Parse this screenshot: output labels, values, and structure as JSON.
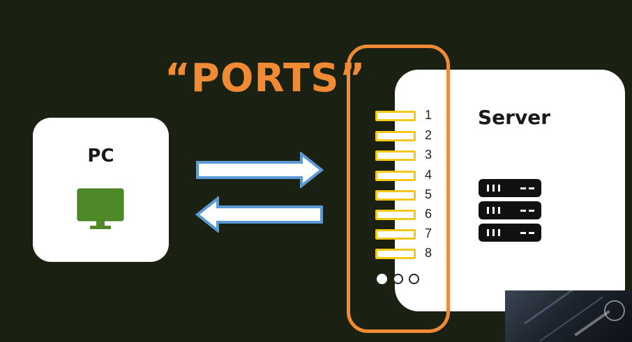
{
  "heading": "“PORTS”",
  "pc": {
    "label": "PC",
    "icon": "monitor-icon"
  },
  "server": {
    "label": "Server",
    "icon": "server-rack-icon"
  },
  "ports": [
    "1",
    "2",
    "3",
    "4",
    "5",
    "6",
    "7",
    "8"
  ],
  "more_indicator_dots": 3,
  "colors": {
    "background": "#1b2112",
    "accent_orange": "#f08a35",
    "port_outline": "#f2c81a",
    "arrow_outline": "#5b9bd5",
    "monitor_green": "#4e8a28"
  }
}
